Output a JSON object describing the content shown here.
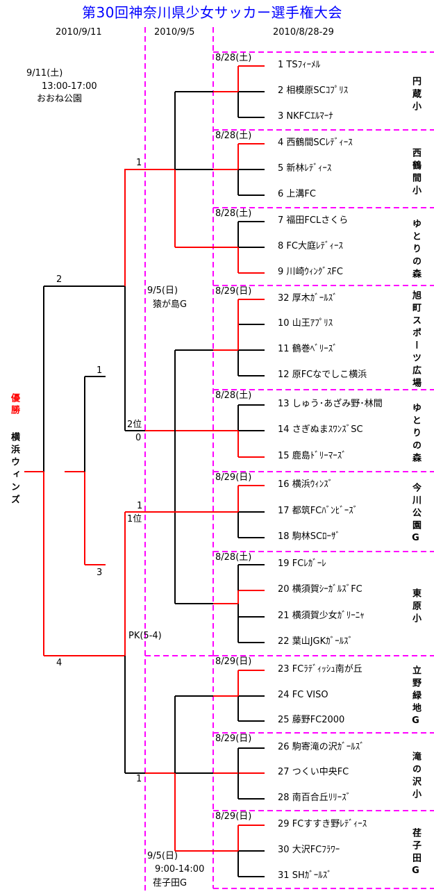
{
  "title": "第30回神奈川県少女サッカー選手権大会",
  "round_headers": {
    "final": "2010/9/11",
    "second": "2010/9/5",
    "first": "2010/8/28-29"
  },
  "final_info": {
    "date": "9/11(土)",
    "time": "13:00-17:00",
    "venue": "おおね公園"
  },
  "champion": {
    "label": "優勝",
    "team": "横浜ウィンズ"
  },
  "second_round_venues": [
    {
      "date": "9/5(日)",
      "venue": "猿が島G"
    },
    {
      "date": "9/5(日)",
      "time": "9:00-14:00",
      "venue": "荏子田G"
    }
  ],
  "scores": {
    "final_top": "2",
    "final_bottom": "4",
    "playoff_top": "1",
    "playoff_bottom": "3",
    "block_a_score": "1",
    "block_b_second_rank": "2位",
    "block_b_second_score": "0",
    "block_b_first_score": "1",
    "block_b_first_rank": "1位",
    "block_b_pk": "PK(5-4)",
    "block_c_score": "1"
  },
  "colors": {
    "title": "#0000ff",
    "winner_line": "#ff0000",
    "loser_line": "#000000",
    "divider": "#ff00ff",
    "champion_label": "#ff0000"
  },
  "groups": [
    {
      "date": "8/28(土)",
      "venue": "円蔵小",
      "teams": [
        {
          "no": "1",
          "name": "TSﾌｨｰﾒﾙ",
          "winner": true
        },
        {
          "no": "2",
          "name": "相模原SCｺﾌﾟﾘｽ",
          "winner": false
        },
        {
          "no": "3",
          "name": "NKFCｴﾙﾏｰﾅ",
          "winner": false
        }
      ]
    },
    {
      "date": "8/28(土)",
      "venue": "西鶴間小",
      "teams": [
        {
          "no": "4",
          "name": "西鶴間SCﾚﾃﾞｨｰｽ",
          "winner": true
        },
        {
          "no": "5",
          "name": "新林ﾚﾃﾞｨｰｽ",
          "winner": false
        },
        {
          "no": "6",
          "name": "上溝FC",
          "winner": false
        }
      ]
    },
    {
      "date": "8/28(土)",
      "venue": "ゆとりの森",
      "teams": [
        {
          "no": "7",
          "name": "福田FCLさくら",
          "winner": false
        },
        {
          "no": "8",
          "name": "FC大庭ﾚﾃﾞｨｰｽ",
          "winner": false
        },
        {
          "no": "9",
          "name": "川崎ｳｨﾝｸﾞｽFC",
          "winner": true
        }
      ]
    },
    {
      "date": "8/29(日)",
      "venue": "旭町スポーツ広場",
      "teams": [
        {
          "no": "32",
          "name": "厚木ｶﾞｰﾙｽﾞ",
          "winner": true
        },
        {
          "no": "10",
          "name": "山王ｱﾌﾟﾘｽ",
          "winner": false
        },
        {
          "no": "11",
          "name": "鶴巻ﾍﾞﾘｰｽﾞ",
          "winner": false
        },
        {
          "no": "12",
          "name": "原FCなでしこ横浜",
          "winner": false
        }
      ]
    },
    {
      "date": "8/28(土)",
      "venue": "ゆとりの森",
      "teams": [
        {
          "no": "13",
          "name": "しゅう･あざみ野･林間",
          "winner": false
        },
        {
          "no": "14",
          "name": "さぎぬまｽﾜﾝｽﾞSC",
          "winner": false
        },
        {
          "no": "15",
          "name": "鹿島ﾄﾞﾘｰﾏｰｽﾞ",
          "winner": true
        }
      ]
    },
    {
      "date": "8/29(日)",
      "venue": "今川公園G",
      "teams": [
        {
          "no": "16",
          "name": "横浜ｳｨﾝｽﾞ",
          "winner": true
        },
        {
          "no": "17",
          "name": "都筑FCﾊﾞﾝﾋﾞｰｽﾞ",
          "winner": false
        },
        {
          "no": "18",
          "name": "駒林SCﾛｰｻﾞ",
          "winner": false
        }
      ]
    },
    {
      "date": "8/28(土)",
      "venue": "東原小",
      "teams": [
        {
          "no": "19",
          "name": "FCﾚｶﾞｰﾚ",
          "winner": false
        },
        {
          "no": "20",
          "name": "横須賀ｼｰｶﾞﾙｽﾞFC",
          "winner": true
        },
        {
          "no": "21",
          "name": "横須賀少女ｶﾞﾘｰﾆｬ",
          "winner": false
        },
        {
          "no": "22",
          "name": "葉山JGKｶﾞｰﾙｽﾞ",
          "winner": false
        }
      ]
    },
    {
      "date": "8/29(日)",
      "venue": "立野緑地G",
      "teams": [
        {
          "no": "23",
          "name": "FCﾗﾃﾞｨｯｼｭ南が丘",
          "winner": true
        },
        {
          "no": "24",
          "name": "FC VISO",
          "winner": false
        },
        {
          "no": "25",
          "name": "藤野FC2000",
          "winner": false
        }
      ]
    },
    {
      "date": "8/29(日)",
      "venue": "滝の沢小",
      "teams": [
        {
          "no": "26",
          "name": "駒寄滝の沢ｶﾞｰﾙｽﾞ",
          "winner": false
        },
        {
          "no": "27",
          "name": "つくい中央FC",
          "winner": true
        },
        {
          "no": "28",
          "name": "南百合丘ﾘﾘｰｽﾞ",
          "winner": false
        }
      ]
    },
    {
      "date": "8/29(日)",
      "venue": "荏子田G",
      "teams": [
        {
          "no": "29",
          "name": "FCすすき野ﾚﾃﾞｨｰｽ",
          "winner": true
        },
        {
          "no": "30",
          "name": "大沢FCﾌﾗﾜｰ",
          "winner": false
        },
        {
          "no": "31",
          "name": "SHｶﾞｰﾙｽﾞ",
          "winner": false
        }
      ]
    }
  ]
}
